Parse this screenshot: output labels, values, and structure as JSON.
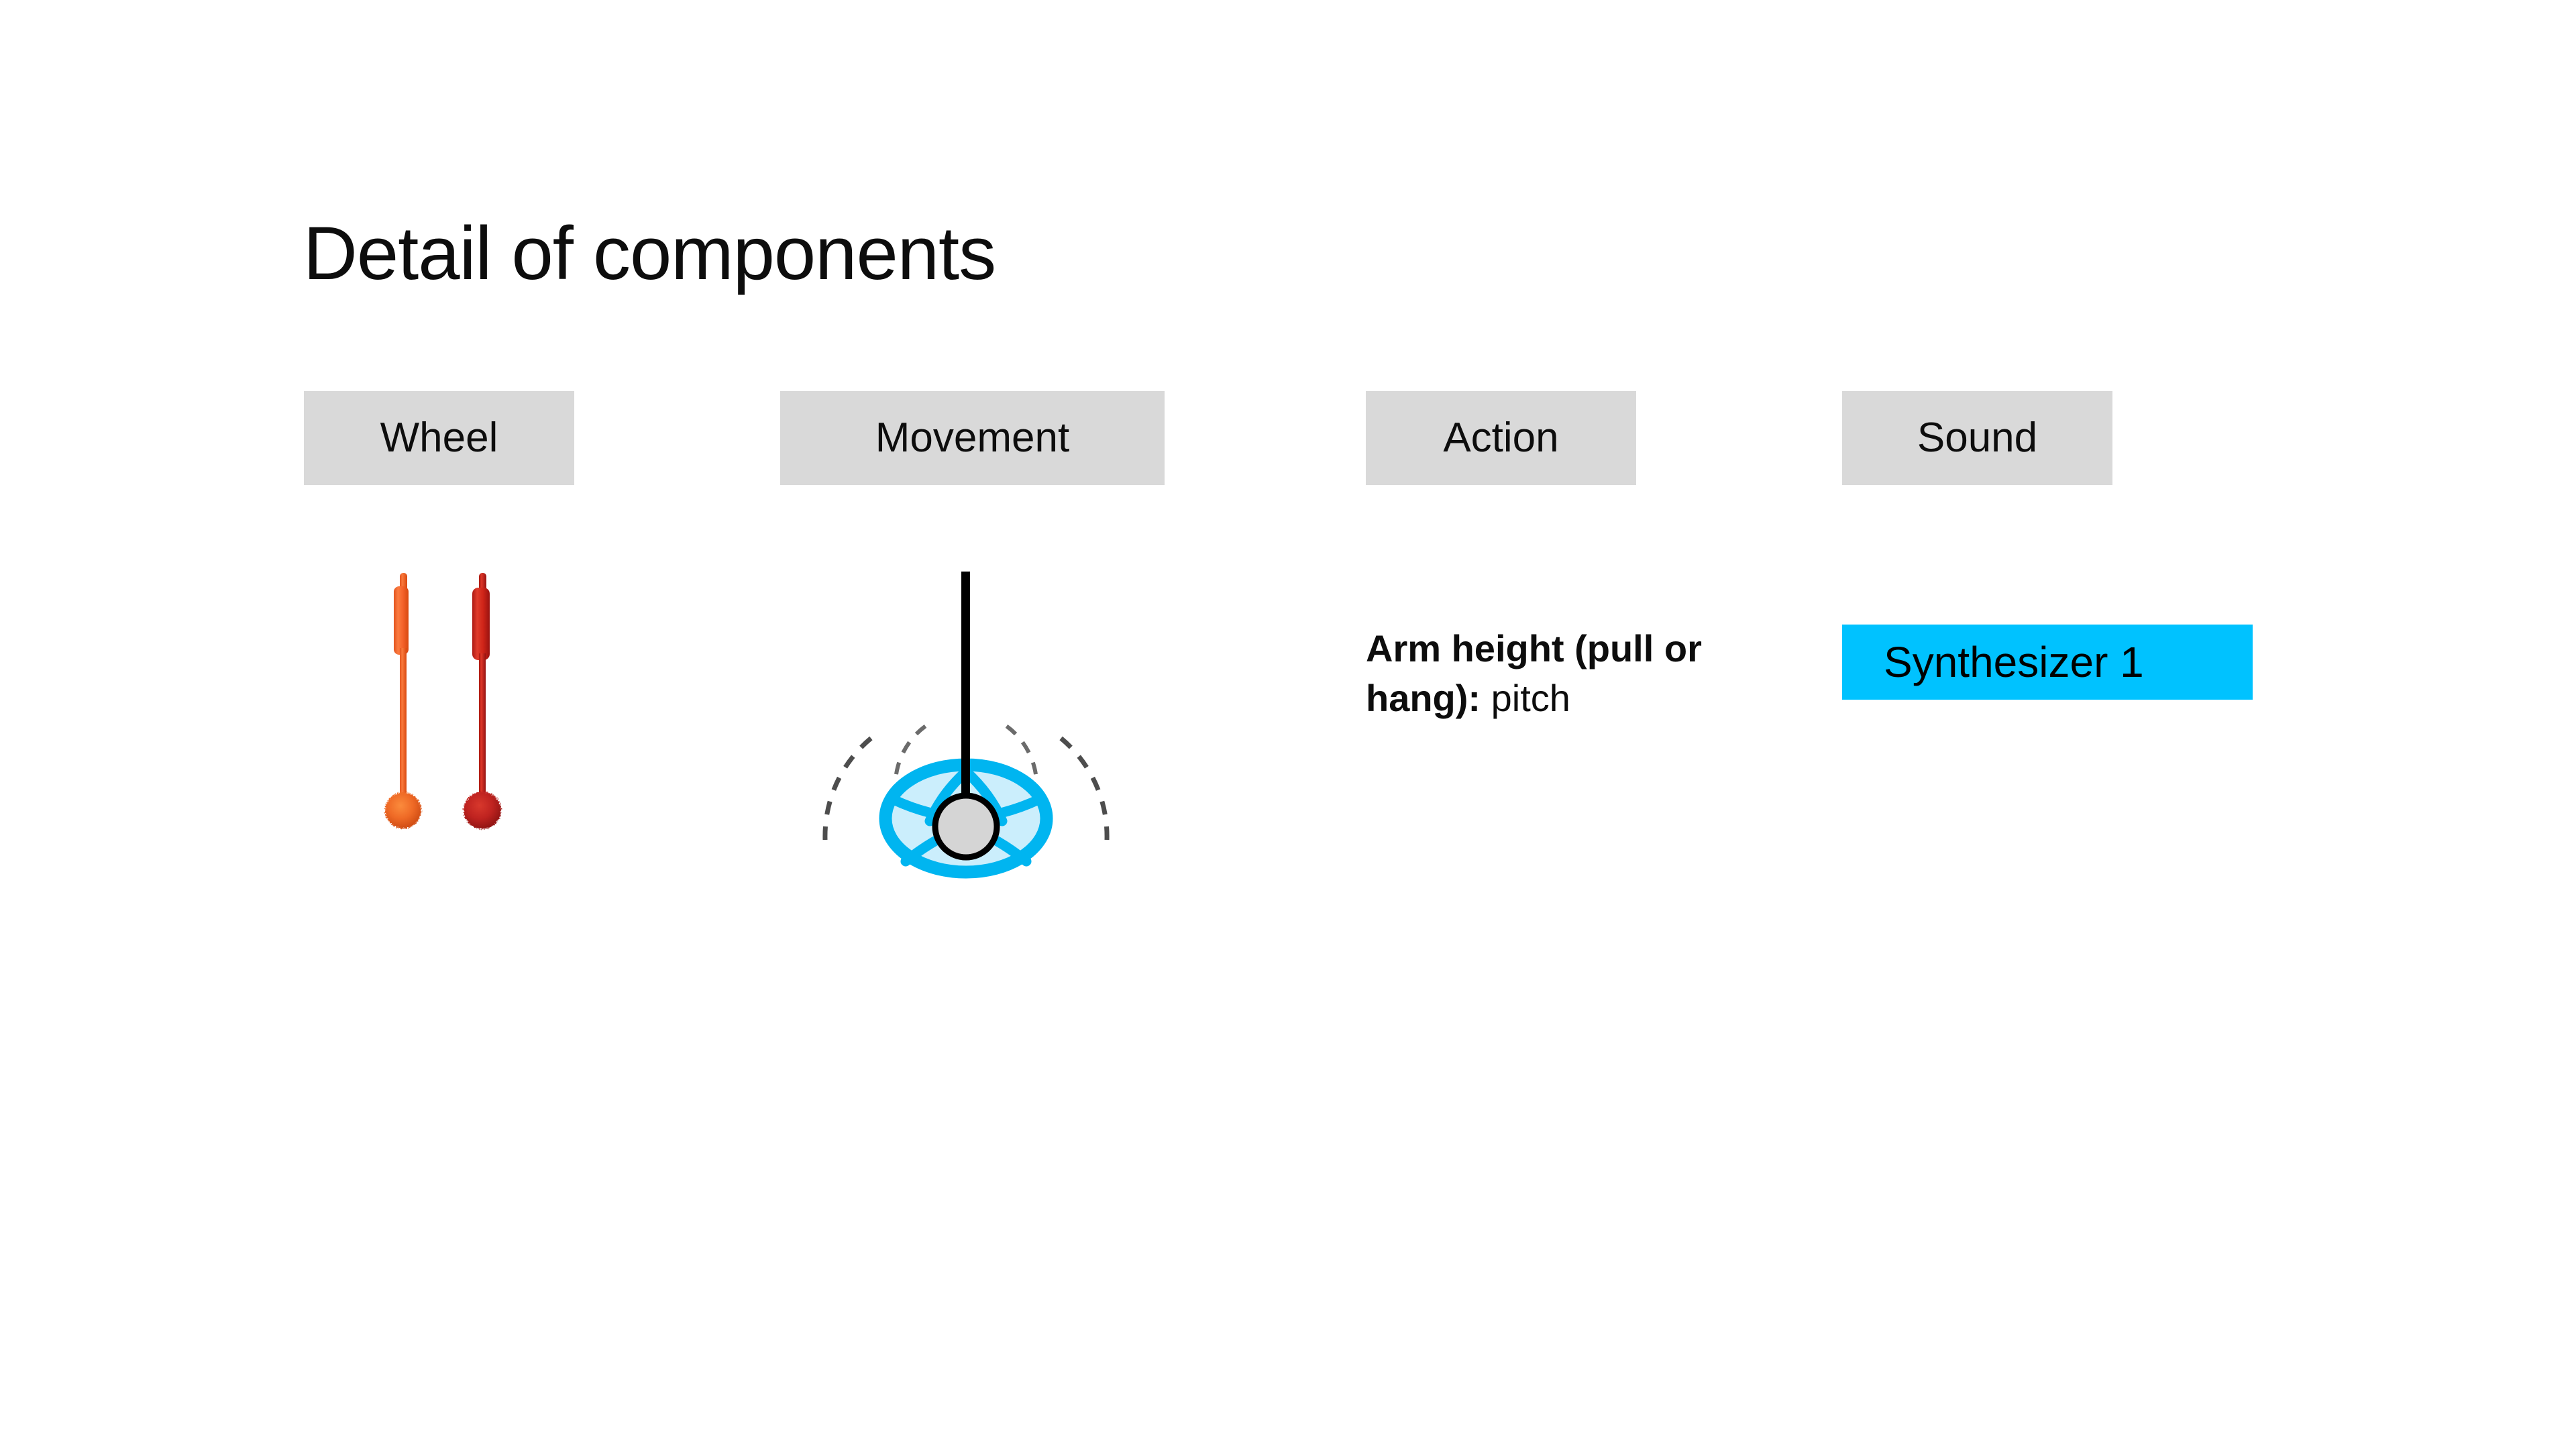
{
  "slide": {
    "background_color": "#ffffff",
    "title": "Detail of components"
  },
  "columns": {
    "header_bg_color": "#d9d9d9",
    "items": [
      {
        "label": "Wheel",
        "name": "wheel"
      },
      {
        "label": "Movement",
        "name": "movement"
      },
      {
        "label": "Action",
        "name": "action"
      },
      {
        "label": "Sound",
        "name": "sound"
      }
    ]
  },
  "wheel_cell": {
    "icon": "two-mallets-photo",
    "mallets": [
      {
        "name": "orange-mallet",
        "shaft_color": "#f4622a",
        "grip_color": "#f4622a",
        "ball_color": "#ef6a26"
      },
      {
        "name": "red-mallet",
        "shaft_color": "#cf2418",
        "grip_color": "#d8291c",
        "ball_color": "#c01f1c"
      }
    ]
  },
  "movement_cell": {
    "icon": "swinging-wheel-pendulum-diagram",
    "rod_color": "#000000",
    "hub_color": "#d5d5d5",
    "hub_outline_color": "#000000",
    "wheel_rim_color": "#00b5f0",
    "wheel_fill_color": "#cbeefc",
    "swing_arc_color": "#595959",
    "swing_arc_style": "dashed"
  },
  "action_cell": {
    "bold_text": "Arm height (pull or hang):",
    "normal_text": " pitch"
  },
  "sound_cell": {
    "badge_label": "Synthesizer 1",
    "badge_color": "#00c2ff",
    "badge_text_color": "#000000"
  }
}
